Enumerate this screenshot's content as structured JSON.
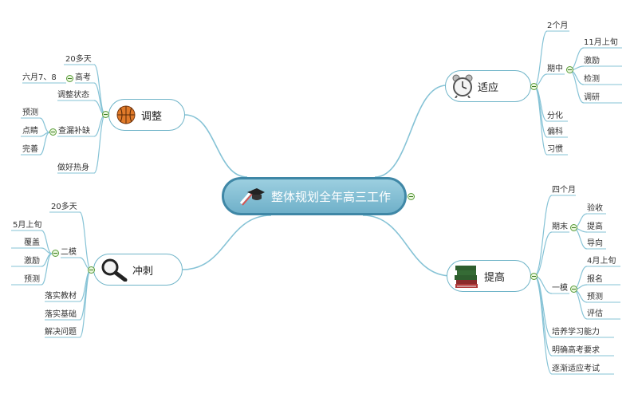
{
  "center": {
    "title": "整体规划全年高三工作",
    "icon": "graduation-cap-icon"
  },
  "branches": {
    "adapt": {
      "title": "适应",
      "icon": "alarm-clock-icon",
      "items": [
        "2个月",
        "期中",
        "分化",
        "偏科",
        "习惯"
      ],
      "midterm": [
        "11月上旬",
        "激励",
        "检测",
        "调研"
      ]
    },
    "improve": {
      "title": "提高",
      "icon": "books-icon",
      "items": [
        "四个月",
        "期末",
        "一模",
        "培养学习能力",
        "明确高考要求",
        "逐渐适应考试"
      ],
      "final": [
        "验收",
        "提高",
        "导向"
      ],
      "mock1": [
        "4月上旬",
        "报名",
        "预测",
        "评估"
      ]
    },
    "adjust": {
      "title": "调整",
      "icon": "basketball-icon",
      "items": [
        "20多天",
        "高考",
        "调整状态",
        "查漏补缺",
        "做好热身"
      ],
      "exam_date": "六月7、8",
      "fill_gaps": [
        "预测",
        "点睛",
        "完善"
      ]
    },
    "sprint": {
      "title": "冲刺",
      "icon": "magnifier-icon",
      "items": [
        "20多天",
        "二模",
        "落实教材",
        "落实基础",
        "解决问题"
      ],
      "mock2": [
        "5月上旬",
        "覆盖",
        "激励",
        "预测"
      ]
    }
  },
  "colors": {
    "line": "#7ebfd3",
    "center_border": "#3f87a6",
    "toggle": "#5a9c3a"
  }
}
